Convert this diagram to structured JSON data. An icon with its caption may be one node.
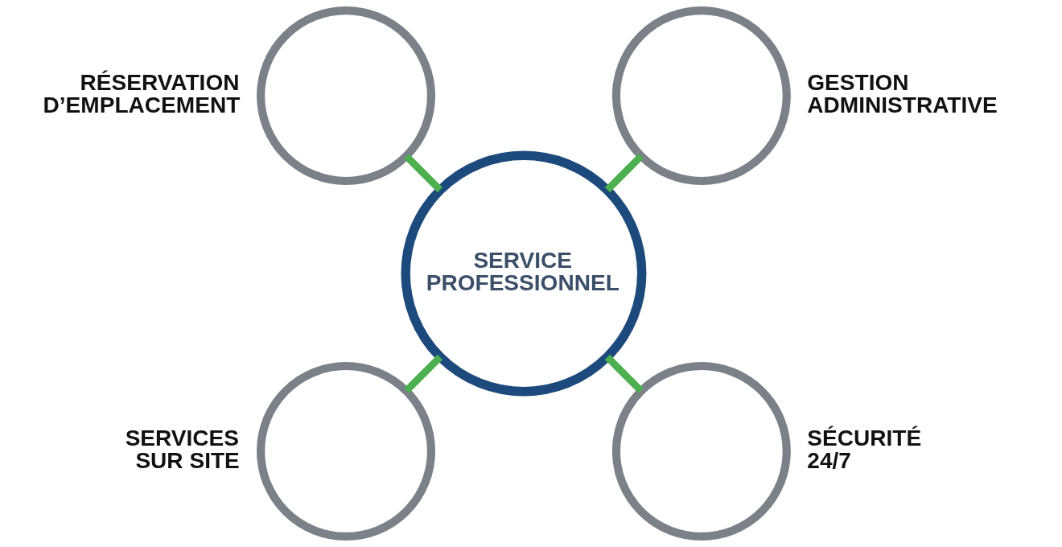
{
  "diagram": {
    "nodes": [
      {
        "text": [],
        "shape": "circle",
        "beside": [
          "RÉSERVATION D’EMPLACEMENT"
        ]
      },
      {
        "text": [],
        "shape": "circle",
        "beside": [
          "GESTION ADMINISTRATIVE"
        ]
      },
      {
        "text": [
          "SERVICE PROFESSIONNEL"
        ]
      },
      {
        "text": [],
        "shape": "circle",
        "beside": [
          "SERVICES SUR SITE"
        ]
      },
      {
        "text": [],
        "shape": "circle",
        "beside": [
          "SÉCURITÉ 24/7"
        ]
      }
    ],
    "edges": [
      {
        "from": 2,
        "to": 0,
        "arrow": "none"
      },
      {
        "from": 2,
        "to": 1,
        "arrow": "none"
      },
      {
        "from": 2,
        "to": 3,
        "arrow": "none"
      },
      {
        "from": 2,
        "to": 4,
        "arrow": "none"
      }
    ]
  }
}
